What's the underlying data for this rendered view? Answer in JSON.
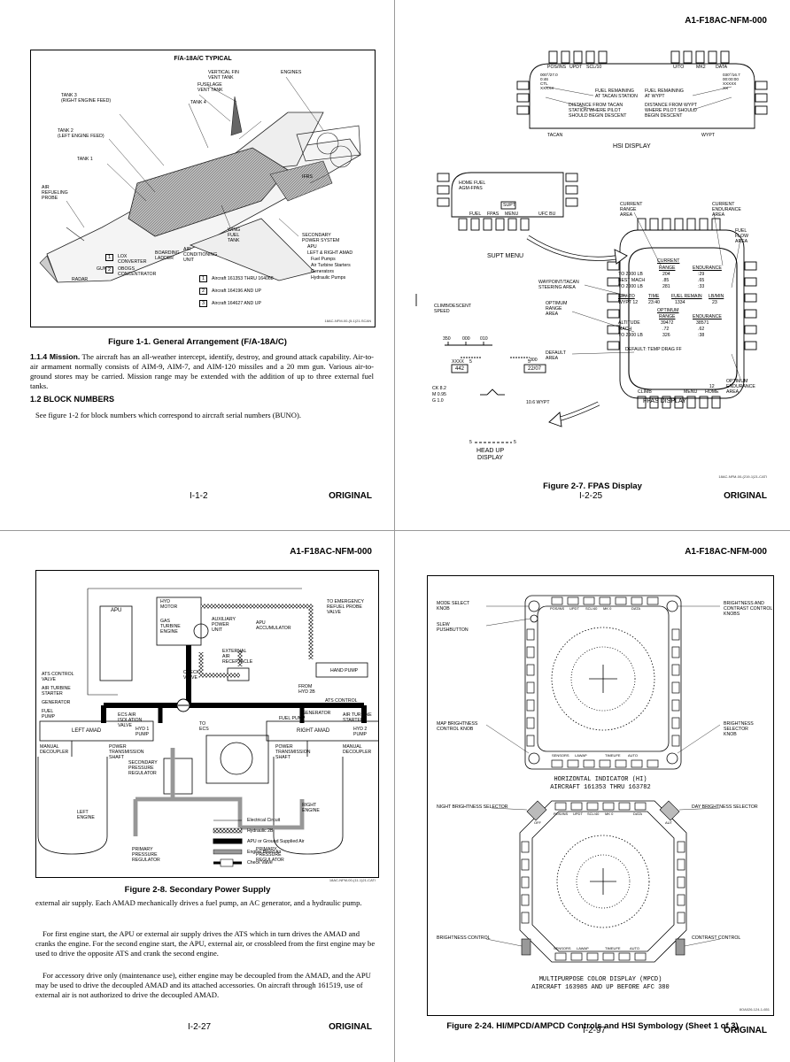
{
  "header_code": "A1-F18AC-NFM-000",
  "page1": {
    "figure": {
      "title": "F/A-18A/C TYPICAL",
      "caption": "Figure 1-1. General Arrangement (F/A-18A/C)",
      "doc_id": "18AC-NFM-00-(5-1)21-SCAN",
      "labels": {
        "vertical_fin_vent_tank": "VERTICAL FIN\nVENT TANK",
        "fuselage_vent_tank": "FUSELAGE\nVENT TANK",
        "engines": "ENGINES",
        "tank3": "TANK 3\n(RIGHT ENGINE FEED)",
        "tank4": "TANK 4",
        "tank2": "TANK 2\n(LEFT ENGINE FEED)",
        "tank1": "TANK 1",
        "ifrs": "IFRS",
        "air_refueling_probe": "AIR\nREFUELING\nPROBE",
        "wing_fuel_tank": "WING\nFUEL\nTANK",
        "secondary_power_system": "SECONDARY\nPOWER SYSTEM",
        "sps_items": [
          "APU",
          "LEFT & RIGHT AMAD",
          "Fuel Pumps",
          "Air Turbine Starters",
          "Generators",
          "Hydraulic Pumps"
        ],
        "lox_converter": "LOX\nCONVERTER",
        "obogs": "OBOGS\nCONCENTRATOR",
        "boarding_ladder": "BOARDING\nLADDER",
        "air_conditioning_unit": "AIR\nCONDITIONING\nUNIT",
        "gun": "GUN",
        "radar": "RADAR"
      },
      "notes": [
        {
          "n": "1",
          "text": "Aircraft 161353 THRU 164068"
        },
        {
          "n": "2",
          "text": "Aircraft 164196 AND UP"
        },
        {
          "n": "3",
          "text": "Aircraft 164627 AND UP"
        }
      ]
    },
    "s114_heading": "1.1.4 Mission.",
    "s114_text": "The aircraft has an all-weather intercept, identify, destroy, and ground attack capability. Air-to-air armament normally consists of AIM-9, AIM-7, and AIM-120 missiles and a 20 mm gun. Various air-to-ground stores may be carried. Mission range may be extended with the addition of up to three external fuel tanks.",
    "s12_heading": "1.2 BLOCK NUMBERS",
    "s12_text": "See figure 1-2 for block numbers which correspond to aircraft serial numbers (BUNO).",
    "page_number": "I-1-2",
    "status": "ORIGINAL"
  },
  "page2": {
    "hsi": {
      "title": "HSI DISPLAY",
      "top_left_buttons": [
        "POS/INS",
        "UPDT",
        "SCL/10"
      ],
      "top_right_buttons": [
        "U/TO",
        "MK2",
        "DATA"
      ],
      "left_readout": "000°/27.0\n0:46\nCTL\nXXXXX",
      "right_readout": "030°/16.7\n00:00:00\nXXXXX\nXX",
      "fuel_tacan": "FUEL REMAINING\nAT TACAN STATION",
      "dist_tacan": "DISTANCE FROM TACAN\nSTATION WHERE PILOT\nSHOULD BEGIN DESCENT",
      "fuel_wypt": "FUEL REMAINING\nAT WYPT",
      "dist_wypt": "DISTANCE FROM WYPT\nWHERE PILOT SHOULD\nBEGIN DESCENT",
      "tacan": "TACAN",
      "wypt": "WYPT"
    },
    "supt": {
      "title": "SUPT MENU",
      "home_fuel": "HOME FUEL\nAGM-FPAS",
      "buttons": [
        "FUEL",
        "FPAS",
        "MENU",
        "UFC BU"
      ],
      "supt_box": "SUPT"
    },
    "fpas": {
      "title": "FPAS DISPLAY",
      "current_range_area": "CURRENT\nRANGE\nAREA",
      "current_endurance_area": "CURRENT\nENDURANCE\nAREA",
      "fuel_flow_area": "FUEL\nFLOW\nAREA",
      "waypoint_area": "WAYPOINT/TACAN\nSTEERING AREA",
      "optimum_range_area": "OPTIMUM\nRANGE\nAREA",
      "default_area": "DEFAULT\nAREA",
      "optimum_endurance_area": "OPTIMUM\nENDURANCE\nAREA",
      "climb_descent_speed": "CLIMB/DESCENT\nSPEED",
      "current_hdr": "CURRENT",
      "range_hdr": "RANGE",
      "endurance_hdr": "ENDURANCE",
      "to2000": "TO 2000 LB",
      "best_mach": "BEST MACH",
      "to2000b": "TO 2000 LB",
      "cur_range_vals": [
        "204",
        ".85",
        "281"
      ],
      "cur_end_vals": [
        ":29",
        ".65",
        ":33"
      ],
      "nav_to": "NAV TO",
      "time": "TIME",
      "fuel_remain": "FUEL REMAIN",
      "lb_min": "LB/MIN",
      "nav_row": [
        "WYPT 12",
        "23:40",
        "1334",
        "23"
      ],
      "optimum_hdr": "OPTIMUM",
      "altitude": "ALTITUDE",
      "mach": "MACH",
      "opt_range_vals": [
        "39472",
        ".72",
        "326"
      ],
      "opt_end_vals": [
        "38571",
        ".62",
        ":38"
      ],
      "default_line": "DEFAULT: TEMP DRAG FF",
      "bottom_buttons": [
        "CLIMB",
        "MENU",
        "12\nHOME"
      ],
      "arrow_label": "12"
    },
    "hud": {
      "title": "HEAD UP\nDISPLAY",
      "heading_scale": [
        "350",
        "000",
        "010"
      ],
      "xxxx": "XXXX",
      "left_box": "442",
      "right_box": "22/07",
      "right_top": "300",
      "pitch_left": "5",
      "pitch_right": "5",
      "ck": "CK 8.2",
      "m": "M  0.95",
      "g": "G  1.0",
      "wypt_range": "10.6 WYPT",
      "pitch_bottom_left": "5",
      "pitch_bottom_right": "5"
    },
    "caption": "Figure 2-7. FPAS Display",
    "doc_id": "18AC-NFM-00-(219-1)21-CATI",
    "page_number": "I-2-25",
    "status": "ORIGINAL"
  },
  "page3": {
    "figure": {
      "caption": "Figure 2-8. Secondary Power Supply",
      "doc_id": "18AC-NFM-00-(11-1)21-CATI",
      "labels": {
        "apu": "APU",
        "hyd_motor": "HYD\nMOTOR",
        "gas_turbine": "GAS\nTURBINE\nENGINE",
        "auxiliary_power_unit": "AUXILIARY\nPOWER\nUNIT",
        "apu_accumulator": "APU\nACCUMULATOR",
        "to_emergency": "TO EMERGENCY\nREFUEL PROBE\nVALVE",
        "hand_pump": "HAND PUMP",
        "external_air": "EXTERNAL\nAIR\nRECEPTACLE",
        "check_valve": "CHECK\nVALVE",
        "from_hyd": "FROM\nHYD 2B",
        "ats_control_left": "ATS CONTROL\nVALVE",
        "ats_control_right": "ATS CONTROL\nVALVE",
        "air_turbine_left": "AIR TURBINE\nSTARTER",
        "air_turbine_right": "AIR TURBINE\nSTARTER",
        "generator_left": "GENERATOR",
        "generator_right": "GENERATOR",
        "fuel_pump_left": "FUEL\nPUMP",
        "fuel_pump_right": "FUEL PUMP",
        "ecs_air": "ECS AIR\nISOLATION\nVALVE",
        "hyd1": "HYD 1\nPUMP",
        "hyd2": "HYD 2\nPUMP",
        "to_ecs": "TO\nECS",
        "left_amad": "LEFT AMAD",
        "right_amad": "RIGHT AMAD",
        "manual_decoupler_left": "MANUAL\nDECOUPLER",
        "manual_decoupler_right": "MANUAL\nDECOUPLER",
        "pts_left": "POWER\nTRANSMISSION\nSHAFT",
        "pts_right": "POWER\nTRANSMISSION\nSHAFT",
        "secondary_pressure": "SECONDARY\nPRESSURE\nREGULATOR",
        "left_engine": "LEFT\nENGINE",
        "right_engine": "RIGHT\nENGINE",
        "primary_left": "PRIMARY\nPRESSURE\nREGULATOR",
        "primary_right": "PRIMARY\nPRESSURE\nREGULATOR"
      },
      "legend": [
        "Electrical Circuit",
        "Hydraulic 2B",
        "APU or Ground Supplied Air",
        "Engine Bleed Air",
        "Check Valve"
      ]
    },
    "para1": "external air supply. Each AMAD mechanically drives a fuel pump, an AC generator, and a hydraulic pump.",
    "para2": "For first engine start, the APU or external air supply drives the ATS which in turn drives the AMAD and cranks the engine. For the second engine start, the APU, external air, or crossbleed from the first engine may be used to drive the opposite ATS and crank the second engine.",
    "para3": "For accessory drive only (maintenance use), either engine may be decoupled from the AMAD, and the APU may be used to drive the decoupled AMAD and its attached accessories. On aircraft through 161519, use of external air is not authorized to drive the decoupled AMAD.",
    "page_number": "I-2-27",
    "status": "ORIGINAL"
  },
  "page4": {
    "hi": {
      "title": "HORIZONTAL INDICATOR (HI)",
      "subtitle": "AIRCRAFT 161353 THRU 163782",
      "mode_select": "MODE SELECT\nKNOB",
      "brightness_contrast": "BRIGHTNESS AND\nCONTRAST CONTROL\nKNOBS",
      "slew": "SLEW\nPUSHBUTTON",
      "map_brightness": "MAP BRIGHTNESS\nCONTROL KNOB",
      "brightness_selector": "BRIGHTNESS\nSELECTOR\nKNOB",
      "top_buttons": [
        "POS/INS",
        "UPDT",
        "SCL/40",
        "MK 0",
        "DATA"
      ],
      "bottom_buttons": [
        "SENSORS",
        "LAWAP",
        "TIMEUFE",
        "AUTO"
      ]
    },
    "mpcd": {
      "title": "MULTIPURPOSE COLOR DISPLAY (MPCD)",
      "subtitle": "AIRCRAFT 163985 AND UP BEFORE AFC 380",
      "night": "NIGHT BRIGHTNESS SELECTOR",
      "day": "DAY BRIGHTNESS SELECTOR",
      "brightness_control": "BRIGHTNESS CONTROL",
      "contrast_control": "CONTRAST CONTROL",
      "top_buttons": [
        "POS/INS",
        "UPDT",
        "SCL/40",
        "MK 0",
        "DATA"
      ],
      "bottom_buttons": [
        "SENSORS",
        "LAWAP",
        "TIMEUFE",
        "AUTO"
      ],
      "off": "OFF",
      "aut": "AUT"
    },
    "caption": "Figure 2-24. HI/MPCD/AMPCD Controls and HSI Symbology (Sheet 1 of 3)",
    "doc_id": "8OA026-124-1-651",
    "page_number": "I-2-97",
    "status": "ORIGINAL"
  }
}
